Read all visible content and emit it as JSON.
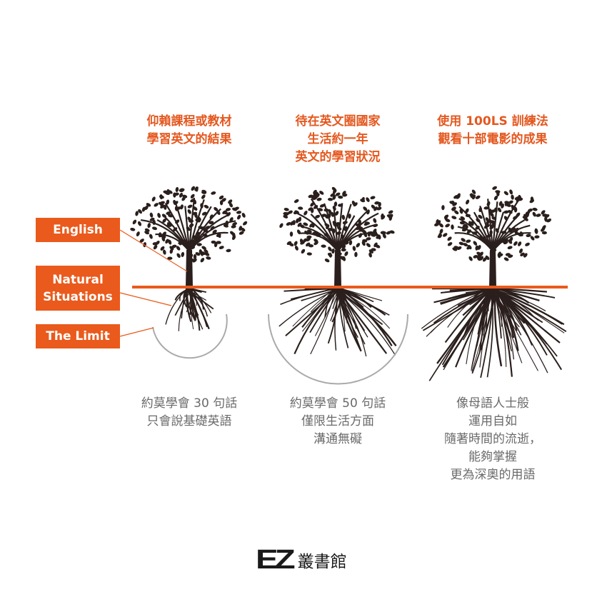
{
  "columns": [
    {
      "heading": [
        "仰賴課程或教材",
        "學習英文的結果"
      ],
      "description": [
        "約莫學會 30 句話",
        "只會說基礎英語"
      ]
    },
    {
      "heading": [
        "待在英文圈國家",
        "生活約一年",
        "英文的學習狀況"
      ],
      "description": [
        "約莫學會 50 句話",
        "僅限生活方面",
        "溝通無礙"
      ]
    },
    {
      "heading": [
        "使用 100LS 訓練法",
        "觀看十部電影的成果"
      ],
      "description": [
        "像母語人士般",
        "運用自如",
        "隨著時間的流逝，",
        "能夠掌握",
        "更為深奧的用語"
      ]
    }
  ],
  "labels": {
    "english": "English",
    "natural": [
      "Natural",
      "Situations"
    ],
    "limit": "The Limit"
  },
  "logo": {
    "mark": "EZ",
    "name": "叢書館"
  },
  "colors": {
    "accent": "#ea5a1c",
    "tree": "#2a1f1c",
    "arc": "#aaaaaa",
    "text": "#6a6a6a"
  }
}
